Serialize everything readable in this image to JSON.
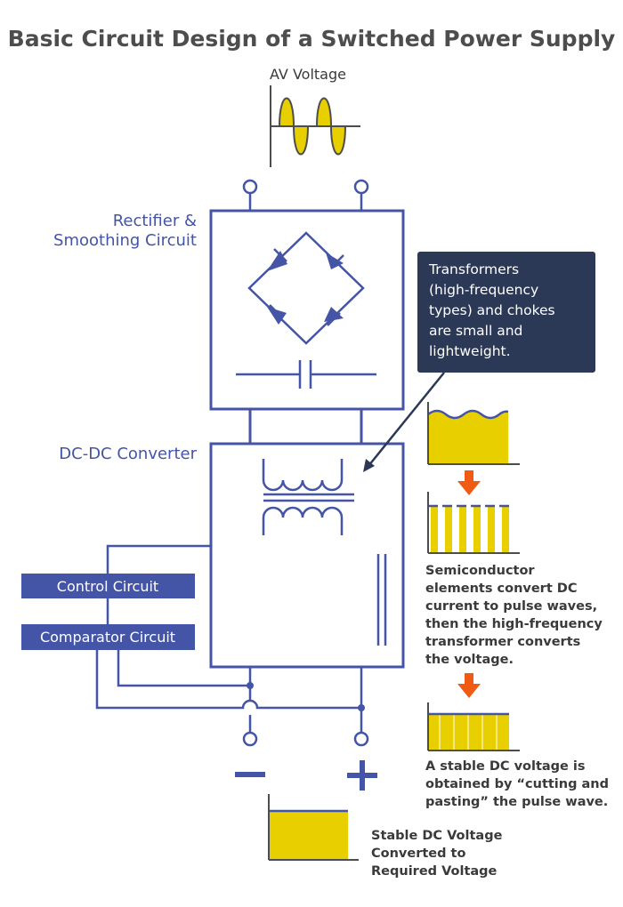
{
  "title": "Basic Circuit Design of a Switched Power Supply",
  "ac_input": {
    "label": "AV Voltage"
  },
  "stages": {
    "rectifier": [
      "Rectifier &",
      "Smoothing Circuit"
    ],
    "dcdc": "DC-DC Converter",
    "control": "Control Circuit",
    "comparator": "Comparator Circuit"
  },
  "callout": {
    "lines": [
      "Transformers",
      "(high-frequency",
      "types) and chokes",
      "are small and",
      "lightweight."
    ]
  },
  "waveform_notes": {
    "pulse": [
      "Semiconductor",
      "elements convert DC",
      "current to pulse waves,",
      "then the high-frequency",
      "transformer converts",
      "the voltage."
    ],
    "stable": [
      "A stable DC voltage is",
      "obtained by “cutting and",
      "pasting” the pulse wave."
    ]
  },
  "output": {
    "minus": "−",
    "plus": "+",
    "label": [
      "Stable DC Voltage",
      "Converted to",
      "Required Voltage"
    ]
  },
  "colors": {
    "circuit_blue": "#4454a6",
    "fill_yellow": "#e8cf00",
    "arrow_orange": "#f05a12",
    "callout_navy": "#2b3856",
    "text_gray": "#4d4d4d"
  }
}
